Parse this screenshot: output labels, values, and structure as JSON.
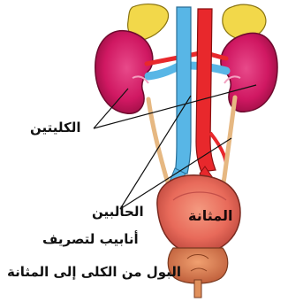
{
  "labels": {
    "kidneys": "الكليتين",
    "ureters": "الحالبين",
    "ureters_desc_line1": "أنابيب لتصريف",
    "ureters_desc_line2": "البول من الكلى إلى المثانة",
    "bladder": "المثانة"
  },
  "colors": {
    "kidney": "#d01862",
    "adrenal_gland": "#f2d84a",
    "vein": "#58b6e6",
    "artery": "#e8282c",
    "ureter": "#e6b882",
    "bladder": "#e86a5a",
    "leader_line": "#111111"
  }
}
